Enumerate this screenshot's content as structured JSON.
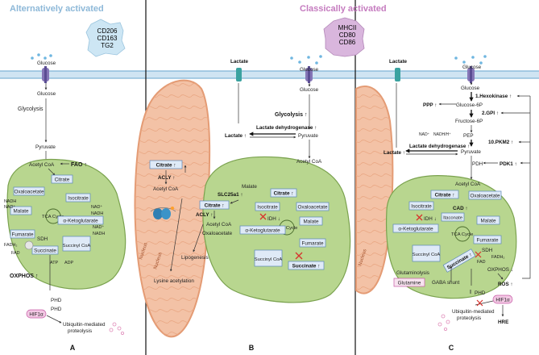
{
  "titles": {
    "alt": "Alternatively activated",
    "classic": "Classically activated"
  },
  "markers": {
    "alt": [
      "CD206",
      "CD163",
      "TG2"
    ],
    "classic": [
      "MHCII",
      "CD80",
      "CD86"
    ]
  },
  "panel_letters": [
    "A",
    "B",
    "C"
  ],
  "panel_a": {
    "glucose_out": "Glucose",
    "glucose_in": "Glucose",
    "glycolysis": "Glycolysis",
    "pyruvate": "Pyruvate",
    "acetyl_coa": "Acetyl CoA",
    "fao": "FAO ↑",
    "citrate": "Citrate",
    "oxaloacetate": "Oxaloacetate",
    "isocitrate": "Isocitrate",
    "malate": "Malate",
    "tca": "TCA Cycle",
    "akg": "α-Ketoglutarate",
    "fumarate": "Fumarate",
    "sdh": "SDH",
    "succinate": "Succinate",
    "succinyl_coa": "Succinyl CoA",
    "nadh1": "NADH",
    "nad1": "NAD⁺",
    "nad2": "NAD⁺",
    "nadh2": "NADH",
    "nadh3": "NAD⁺",
    "nadh4": "NADH",
    "fadh2": "FADH₂",
    "fad": "FAD",
    "atp": "ATP",
    "adp": "ADP",
    "oxphos": "OXPHOS ↑",
    "phd1": "PHD",
    "phd2": "PHD",
    "hif": "HIF1α",
    "ubiq": "Ubiquitin-mediated",
    "ubiq2": "proteolysis",
    "nucleus": "Nucleus"
  },
  "panel_b": {
    "lactate_out": "Lactate",
    "glucose_out": "Glucose",
    "glucose_in": "Glucose",
    "glycolysis": "Glycolysis ↑",
    "ldh": "Lactate dehydrogenase ↑",
    "lactate_in": "Lactate ↑",
    "pyruvate": "Pyruvate",
    "acetyl_coa": "Acetyl CoA",
    "malate": "Malate",
    "citrate_mito": "Citrate ↑",
    "slc": "SLC25a1 ↑",
    "citrate_cyt": "Citrate ↑",
    "isocitrate": "Isocitrate",
    "idh": "IDH ↓",
    "oxaloacetate": "Oxaloacetate",
    "tca": "TCA Cycle",
    "akg": "α-Ketoglutarate",
    "malate2": "Malate",
    "fumarate": "Fumarate",
    "succinyl_coa": "Succinyl CoA",
    "succinate": "Succinate ↑",
    "citrate_nuc": "Citrate ↑",
    "acly_nuc": "ACLY ↑",
    "acetyl_coa_nuc": "Acetyl CoA",
    "citrate_box": "Citrate ↑",
    "acly": "ACLY ↑",
    "acetyl_coa2": "Acetyl CoA",
    "oxaloacetate2": "Oxaloacetate",
    "lipogenesis": "Lipogenesis",
    "lysine": "Lysine acetylation",
    "nucleus": "Nucleus"
  },
  "panel_c": {
    "lactate_out": "Lactate",
    "glucose_out": "Glucose",
    "glucose_in": "Glucose",
    "hexokinase": "1.Hexokinase ↑",
    "ppp": "PPP ↑",
    "g6p": "Glucose-6P",
    "gpi": "2.GPI ↑",
    "f6p": "Fructose-6P",
    "nad": "NAD⁺",
    "nadh": "NADH/H⁺",
    "pep": "PEP",
    "pkm2": "10.PKM2 ↑",
    "ldh": "Lactate dehydrogenase ↑",
    "lactate_in": "Lactate ↑",
    "pyruvate": "Pyruvate",
    "pdh": "PDH",
    "pdk1": "PDK1 ↑",
    "acetyl_coa": "Acetyl CoA",
    "citrate": "Citrate ↑",
    "oxaloacetate": "Oxaloacetate",
    "cad": "CAD ↑",
    "isocitrate": "Isocitrate",
    "idh": "IDH ↓",
    "itaconate": "Itaconate",
    "malate": "Malate",
    "tca": "TCA Cycle",
    "akg": "α-Ketoglutarate",
    "fumarate": "Fumarate",
    "sdh": "SDH",
    "fadh2": "FADH₂",
    "fad": "FAD",
    "succinyl_coa": "Succinyl CoA",
    "succinate": "Succinate ↑",
    "oxphos": "OXPHOS ↓",
    "ros": "ROS ↑",
    "glutaminolysis": "Glutaminolysis",
    "glutamine": "Glutamine",
    "gaba": "GABA shunt",
    "phd": "PHD",
    "hif": "HIF1α",
    "ubiq": "Ubiquitin-mediated",
    "ubiq2": "proteolysis",
    "hre": "HRE",
    "nucleus": "Nucleus"
  }
}
